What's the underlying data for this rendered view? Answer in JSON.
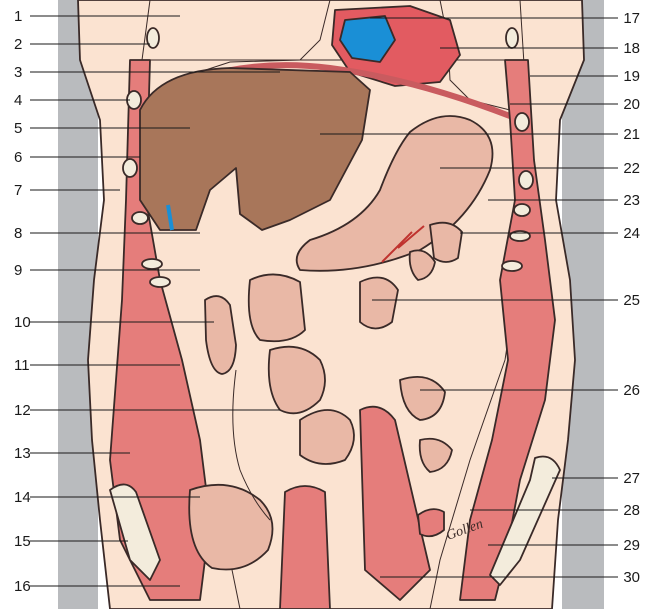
{
  "colors": {
    "background_gray": "#b9bbbe",
    "skin": "#fbe3d1",
    "fat": "#fdf1e4",
    "lung": "#c8d7ec",
    "liver": "#a8765a",
    "muscle": "#e57d7b",
    "organ_pink": "#e9b8a6",
    "heart_red": "#e25b61",
    "blood_blue": "#1a8fd6",
    "bone": "#f3ecdc"
  },
  "labels_left": [
    "1",
    "2",
    "3",
    "4",
    "5",
    "6",
    "7",
    "8",
    "9",
    "10",
    "11",
    "12",
    "13",
    "14",
    "15",
    "16"
  ],
  "labels_right": [
    "17",
    "18",
    "19",
    "20",
    "21",
    "22",
    "23",
    "24",
    "25",
    "26",
    "27",
    "28",
    "29",
    "30"
  ],
  "signature": "Gollen"
}
